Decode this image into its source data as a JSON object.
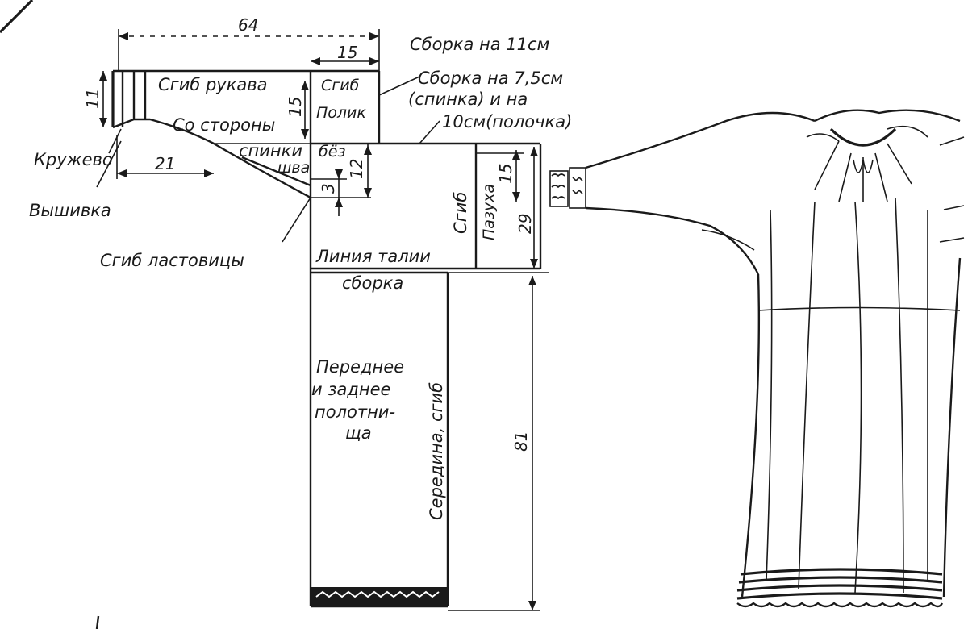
{
  "labels": {
    "sleeve_fold": "Сгиб рукава",
    "from_back": "Со стороны",
    "back_seamless": "спинки",
    "seamless_2": "бёз",
    "seamless_3": "шва",
    "shoulder_fold_1": "Сгиб",
    "shoulder_fold_2": "Полик",
    "lace": "Кружево",
    "embroidery": "Вышивка",
    "gusset_fold": "Сгиб ластовицы",
    "gather_11": "Сборка на 11см",
    "gather_75_1": "Сборка на 7,5см",
    "gather_75_2": "(спинка) и на",
    "gather_75_3": "10см(полочка)",
    "fold": "Сгиб",
    "bosom": "Пазуха",
    "waist_line": "Линия талии",
    "gather": "сборка",
    "panel_1": "Переднее",
    "panel_2": "и заднее",
    "panel_3": "полотни-",
    "panel_4": "ща",
    "middle_fold": "Середина, сгиб"
  },
  "dimensions": {
    "sleeve_length": "64",
    "shoulder_width": "15",
    "cuff_height": "11",
    "shoulder_height": "15",
    "gusset_width": "21",
    "gusset_12": "12",
    "gusset_3": "3",
    "bosom_15": "15",
    "bodice_29": "29",
    "skirt_81": "81"
  },
  "colors": {
    "ink": "#1a1a1a",
    "paper": "#ffffff"
  }
}
